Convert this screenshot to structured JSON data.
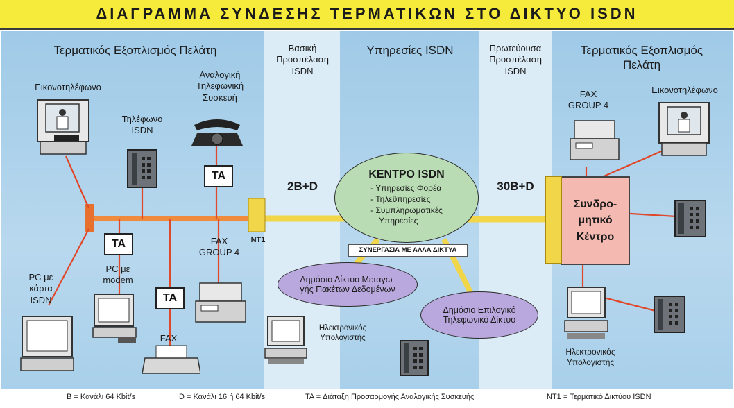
{
  "title": "ΔΙΑΓΡΑΜΜΑ ΣΥΝΔΕΣΗΣ ΤΕΡΜΑΤΙΚΩΝ ΣΤΟ ΔΙΚΤΥΟ ISDN",
  "columns": {
    "left_header": "Τερματικός Εξοπλισμός Πελάτη",
    "basic_access": [
      "Βασική",
      "Προσπέλαση",
      "ISDN"
    ],
    "services_header": "Υπηρεσίες ISDN",
    "primary_access": [
      "Πρωτεύουσα",
      "Προσπέλαση",
      "ISDN"
    ],
    "right_header": [
      "Τερματικός Εξοπλισμός",
      "Πελάτη"
    ]
  },
  "left_devices": {
    "videophone": "Εικονοτηλέφωνο",
    "analog_phone": [
      "Αναλογική",
      "Τηλεφωνική",
      "Συσκευή"
    ],
    "isdn_phone": [
      "Τηλέφωνο",
      "ISDN"
    ],
    "pc_card": [
      "PC με",
      "κάρτα",
      "ISDN"
    ],
    "pc_modem": [
      "PC με",
      "modem"
    ],
    "fax_g4": [
      "FAX",
      "GROUP 4"
    ],
    "fax": "FAX",
    "ta_label": "TA"
  },
  "middle": {
    "basic_rate": "2B+D",
    "nt1": "NT1",
    "primary_rate": "30B+D",
    "center_title": "ΚΕΝΤΡΟ ISDN",
    "center_items": [
      "- Υπηρεσίες Φορέα",
      "- Τηλεϋπηρεσίες",
      "- Συμπληρωματικές",
      "Υπηρεσίες"
    ],
    "interwork_label": "ΣΥΝΕΡΓΑΣΙΑ ΜΕ ΑΛΛΑ ΔΙΚΤΥΑ",
    "packet_network": [
      "Δημόσιο Δίκτυο Μεταγω-",
      "γής Πακέτων Δεδομένων"
    ],
    "pstn": [
      "Δημόσιο Επιλογικό",
      "Τηλεφωνικό Δίκτυο"
    ],
    "computer": [
      "Ηλεκτρονικός",
      "Υπολογιστής"
    ]
  },
  "right_devices": {
    "fax_g4": [
      "FAX",
      "GROUP 4"
    ],
    "videophone": "Εικονοτηλέφωνο",
    "pbx": [
      "Συνδρο-",
      "μητικό",
      "Κέντρο"
    ],
    "computer": [
      "Ηλεκτρονικός",
      "Υπολογιστής"
    ]
  },
  "legend": {
    "b": "B = Κανάλι 64 Kbit/s",
    "d": "D = Κανάλι 16 ή 64 Kbit/s",
    "ta": "TA = Διάταξη Προσαρμογής Αναλογικής Συσκευής",
    "nt1": "NT1 = Τερματικό Δικτύου ISDN"
  },
  "colors": {
    "title_bg": "#f6ea3a",
    "bus_orange": "#f08a3c",
    "link_yellow": "#f2d64a",
    "center_ellipse": "#b9dcb4",
    "network_ellipse": "#b9a8dd",
    "pbx_box": "#f4b9b0",
    "wire_red": "#e0482b"
  }
}
